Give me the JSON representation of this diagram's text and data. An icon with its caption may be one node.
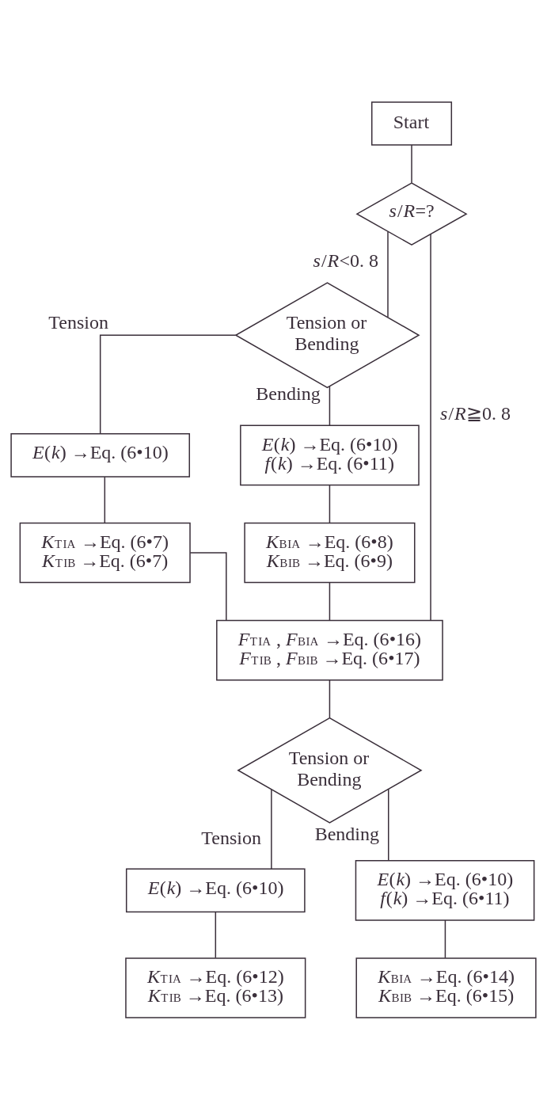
{
  "diagram": {
    "nodes": [
      {
        "text": [
          "Start"
        ]
      },
      {
        "text": [
          "*s*/*R*=?"
        ]
      },
      {
        "text": [
          "Tension or Bending"
        ]
      },
      {
        "text": [
          "*E*(*k*) →Eq. (6•10)"
        ]
      },
      {
        "text": [
          "*E*(*k*) →Eq. (6•10)",
          "*f*(*k*) →Eq. (6•11)"
        ]
      },
      {
        "text": [
          "*K*$^{T}$$_{IA}$ →Eq. (6•7)",
          "*K*$^{T}$$_{IB}$ →Eq. (6•7)"
        ]
      },
      {
        "text": [
          "*K*$^{B}$$_{IA}$ →Eq. (6•8)",
          "*K*$^{B}$$_{IB}$ →Eq. (6•9)"
        ]
      },
      {
        "text": [
          "*F*$^{T}$$_{IA}$ , *F*$^{B}$$_{IA}$ →Eq. (6•16)",
          "*F*$^{T}$$_{IB}$ , *F*$^{B}$$_{IB}$ →Eq. (6•17)"
        ]
      },
      {
        "text": [
          "Tension or Bending"
        ]
      },
      {
        "text": [
          "*E*(*k*) →Eq. (6•10)"
        ]
      },
      {
        "text": [
          "*E*(*k*) →Eq. (6•10)",
          "*f*(*k*) →Eq. (6•11)"
        ]
      },
      {
        "text": [
          "*K*$^{T}$$_{IA}$ →Eq. (6•12)",
          "*K*$^{T}$$_{IB}$ →Eq. (6•13)"
        ]
      },
      {
        "text": [
          "*K*$^{B}$$_{IA}$ →Eq. (6•14)",
          "*K*$^{B}$$_{IB}$ →Eq. (6•15)"
        ]
      }
    ],
    "edges": [
      {
        "from": 0,
        "to": 1,
        "arrow": "none"
      },
      {
        "from": 1,
        "to": 7,
        "arrow": "none",
        "label": "*s*/*R*≧0. 8"
      },
      {
        "from": 1,
        "to": 2,
        "arrow": "none",
        "label": "*s*/*R*<0. 8"
      },
      {
        "from": 2,
        "to": 3,
        "arrow": "none",
        "label": "Tension"
      },
      {
        "from": 2,
        "to": 4,
        "arrow": "none",
        "label": "Bending"
      },
      {
        "from": 3,
        "to": 5,
        "arrow": "none"
      },
      {
        "from": 4,
        "to": 6,
        "arrow": "none"
      },
      {
        "from": 5,
        "to": 7,
        "arrow": "none"
      },
      {
        "from": 6,
        "to": 7,
        "arrow": "none"
      },
      {
        "from": 7,
        "to": 8,
        "arrow": "none"
      },
      {
        "from": 8,
        "to": 9,
        "arrow": "none",
        "label": "Tension"
      },
      {
        "from": 8,
        "to": 10,
        "arrow": "none",
        "label": "Bending"
      },
      {
        "from": 9,
        "to": 11,
        "arrow": "none"
      },
      {
        "from": 10,
        "to": 12,
        "arrow": "none"
      }
    ]
  }
}
